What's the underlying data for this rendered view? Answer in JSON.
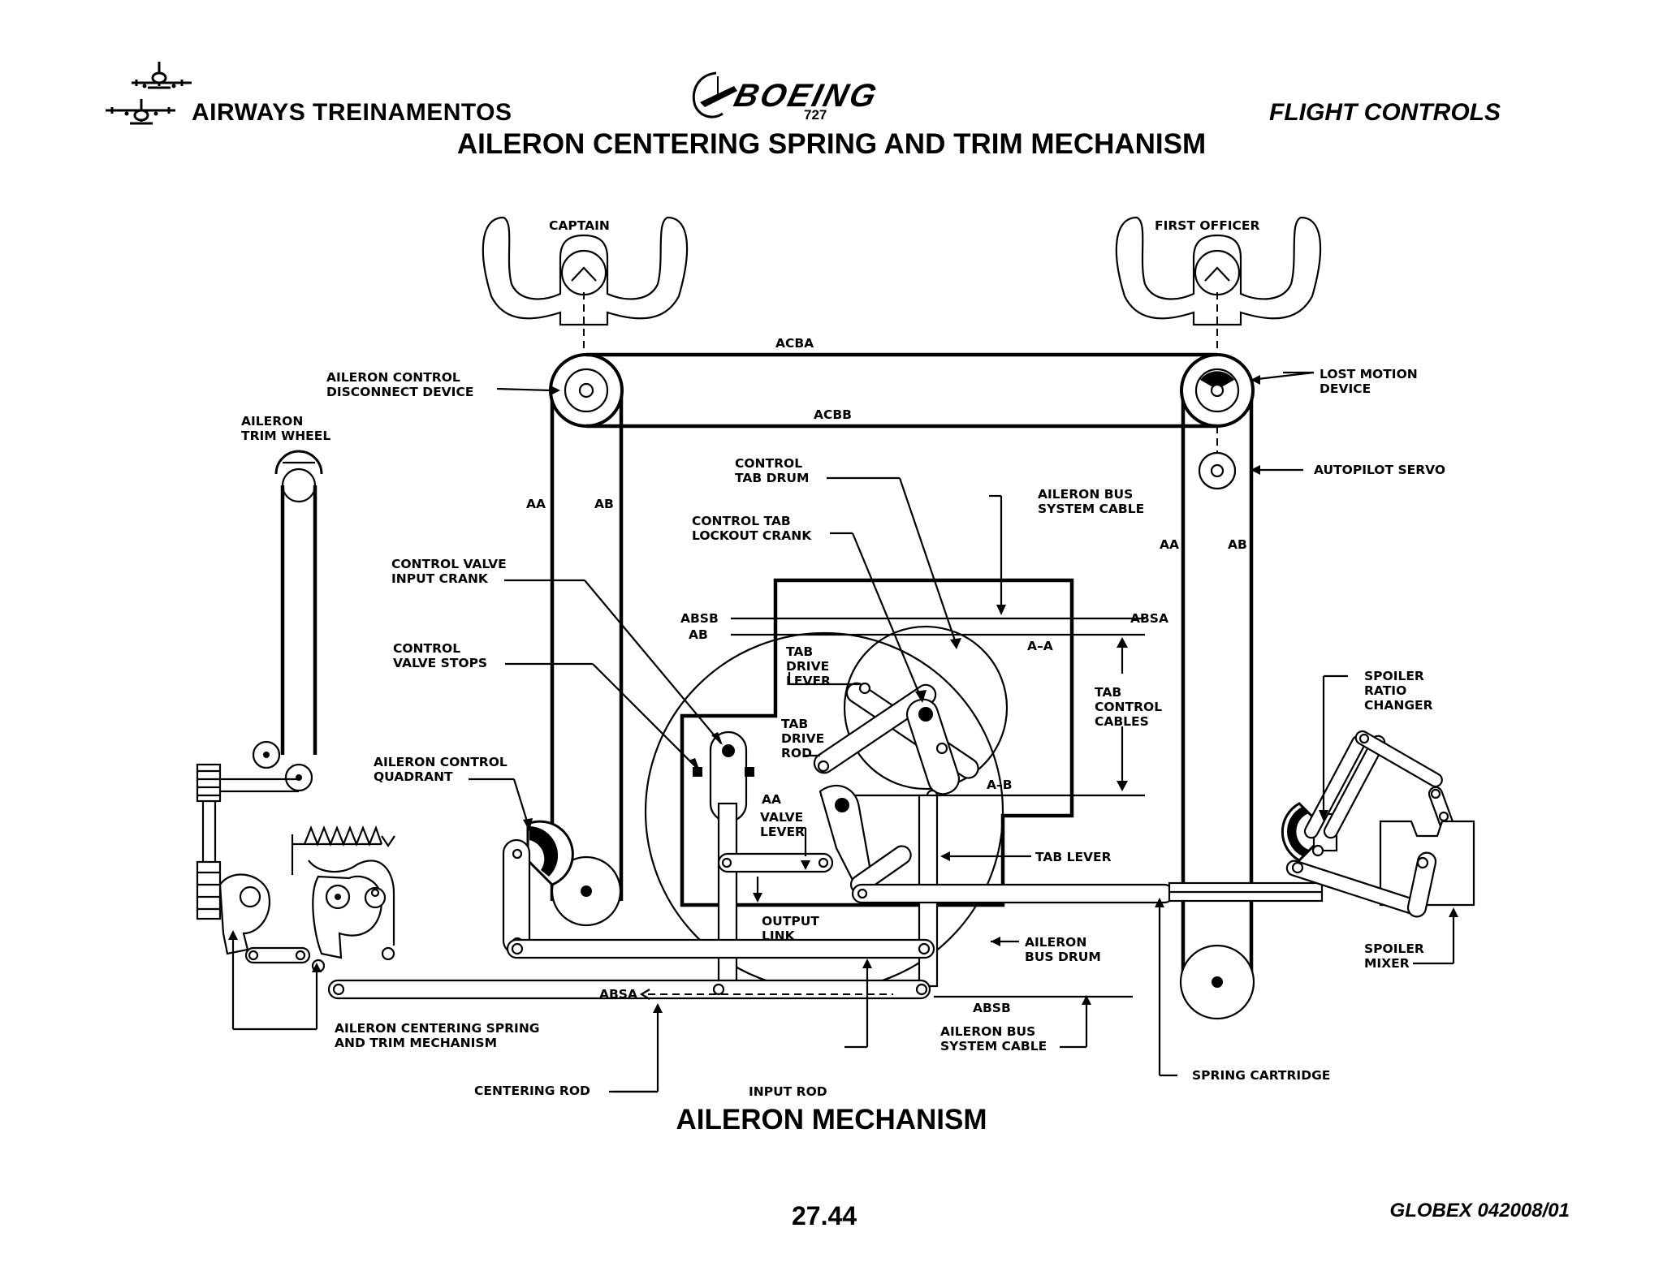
{
  "header": {
    "company": "AIRWAYS  TREINAMENTOS",
    "brand": "BOEING",
    "model": "727",
    "section": "FLIGHT CONTROLS",
    "title": "AILERON CENTERING SPRING AND TRIM MECHANISM"
  },
  "diagram": {
    "controls": {
      "captain": "CAPTAIN",
      "first_officer": "FIRST OFFICER"
    },
    "cables": {
      "acba": "ACBA",
      "acbb": "ACBB",
      "aa_left": "AA",
      "ab_left": "AB",
      "aa_right": "AA",
      "ab_right": "AB",
      "absb_top": "ABSB",
      "ab_top": "AB",
      "absa_top": "ABSA",
      "a_a": "A–A",
      "a_b": "A–B",
      "aa_mid": "AA",
      "absa_bottom": "ABSA",
      "absb_bottom": "ABSB"
    },
    "labels": {
      "aileron_control_disconnect_device": [
        "AILERON CONTROL",
        "DISCONNECT DEVICE"
      ],
      "aileron_trim_wheel": [
        "AILERON",
        "TRIM WHEEL"
      ],
      "lost_motion_device": [
        "LOST MOTION",
        "DEVICE"
      ],
      "autopilot_servo": "AUTOPILOT SERVO",
      "control_tab_drum": [
        "CONTROL",
        "TAB DRUM"
      ],
      "aileron_bus_system_cable_top": [
        "AILERON BUS",
        "SYSTEM CABLE"
      ],
      "control_tab_lockout_crank": [
        "CONTROL TAB",
        "LOCKOUT CRANK"
      ],
      "control_valve_input_crank": [
        "CONTROL VALVE",
        "INPUT CRANK"
      ],
      "control_valve_stops": [
        "CONTROL",
        "VALVE STOPS"
      ],
      "tab_drive_lever": [
        "TAB",
        "DRIVE",
        "LEVER"
      ],
      "tab_drive_rod": [
        "TAB",
        "DRIVE",
        "ROD"
      ],
      "tab_control_cables": [
        "TAB",
        "CONTROL",
        "CABLES"
      ],
      "spoiler_ratio_changer": [
        "SPOILER",
        "RATIO",
        "CHANGER"
      ],
      "aileron_control_quadrant": [
        "AILERON CONTROL",
        "QUADRANT"
      ],
      "valve_lever": [
        "VALVE",
        "LEVER"
      ],
      "tab_lever": "TAB LEVER",
      "output_link": [
        "OUTPUT",
        "LINK"
      ],
      "aileron_bus_drum": [
        "AILERON",
        "BUS DRUM"
      ],
      "spoiler_mixer": [
        "SPOILER",
        "MIXER"
      ],
      "aileron_centering_spring_and_trim_mechanism": [
        "AILERON CENTERING SPRING",
        "AND TRIM MECHANISM"
      ],
      "input_rod": "INPUT ROD",
      "aileron_bus_system_cable_bottom": [
        "AILERON BUS",
        "SYSTEM CABLE"
      ],
      "centering_rod": "CENTERING ROD",
      "spring_cartridge": "SPRING CARTRIDGE"
    }
  },
  "caption": "AILERON MECHANISM",
  "footer": {
    "page": "27.44",
    "doc_ref": "GLOBEX 042008/01"
  }
}
